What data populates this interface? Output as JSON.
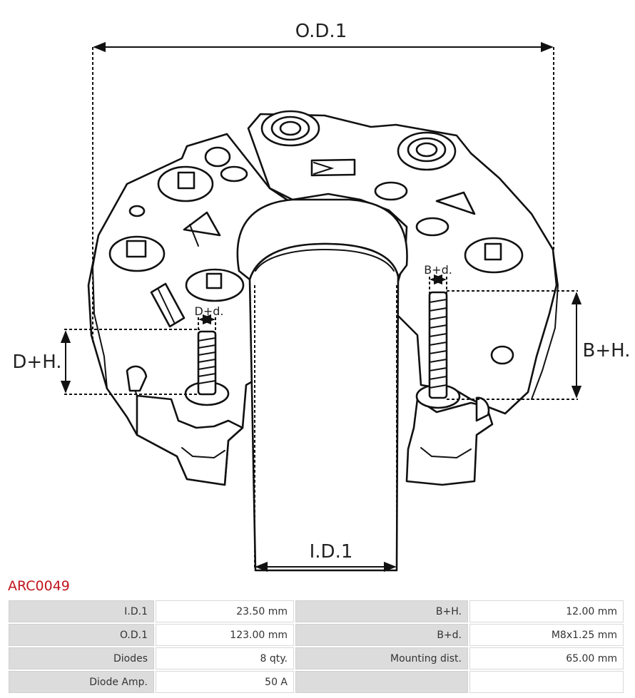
{
  "diagram": {
    "labels": {
      "od": "O.D.1",
      "id": "I.D.1",
      "dh": "D+H.",
      "bh": "B+H.",
      "dd": "D+d.",
      "bd": "B+d."
    }
  },
  "part": {
    "code": "ARC0049"
  },
  "specs": {
    "rows": [
      {
        "l1": "I.D.1",
        "v1": "23.50 mm",
        "l2": "B+H.",
        "v2": "12.00 mm"
      },
      {
        "l1": "O.D.1",
        "v1": "123.00 mm",
        "l2": "B+d.",
        "v2": "M8x1.25 mm"
      },
      {
        "l1": "Diodes",
        "v1": "8 qty.",
        "l2": "Mounting dist.",
        "v2": "65.00 mm"
      },
      {
        "l1": "Diode Amp.",
        "v1": "50 A",
        "l2": "",
        "v2": ""
      }
    ]
  }
}
